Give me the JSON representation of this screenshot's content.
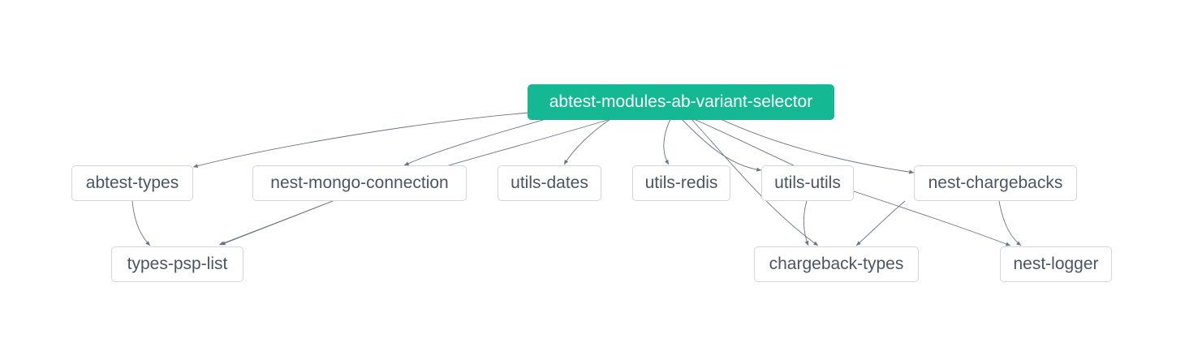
{
  "colors": {
    "root_fill": "#14b994",
    "root_text": "#ffffff",
    "node_border": "#d1d5db",
    "node_text": "#4b5563",
    "edge": "#6b7280",
    "background": "#ffffff"
  },
  "nodes": {
    "root": "abtest-modules-ab-variant-selector",
    "abtest_types": "abtest-types",
    "nest_mongo_connection": "nest-mongo-connection",
    "utils_dates": "utils-dates",
    "utils_redis": "utils-redis",
    "utils_utils": "utils-utils",
    "nest_chargebacks": "nest-chargebacks",
    "types_psp_list": "types-psp-list",
    "chargeback_types": "chargeback-types",
    "nest_logger": "nest-logger"
  },
  "edges": [
    {
      "from": "root",
      "to": "abtest_types"
    },
    {
      "from": "root",
      "to": "nest_mongo_connection"
    },
    {
      "from": "root",
      "to": "types_psp_list"
    },
    {
      "from": "root",
      "to": "utils_dates"
    },
    {
      "from": "root",
      "to": "utils_redis"
    },
    {
      "from": "root",
      "to": "utils_utils"
    },
    {
      "from": "root",
      "to": "chargeback_types"
    },
    {
      "from": "root",
      "to": "nest_chargebacks"
    },
    {
      "from": "root",
      "to": "nest_logger"
    },
    {
      "from": "abtest_types",
      "to": "types_psp_list"
    },
    {
      "from": "nest_mongo_connection",
      "to": "types_psp_list"
    },
    {
      "from": "utils_utils",
      "to": "chargeback_types"
    },
    {
      "from": "nest_chargebacks",
      "to": "chargeback_types"
    },
    {
      "from": "nest_chargebacks",
      "to": "nest_logger"
    }
  ]
}
